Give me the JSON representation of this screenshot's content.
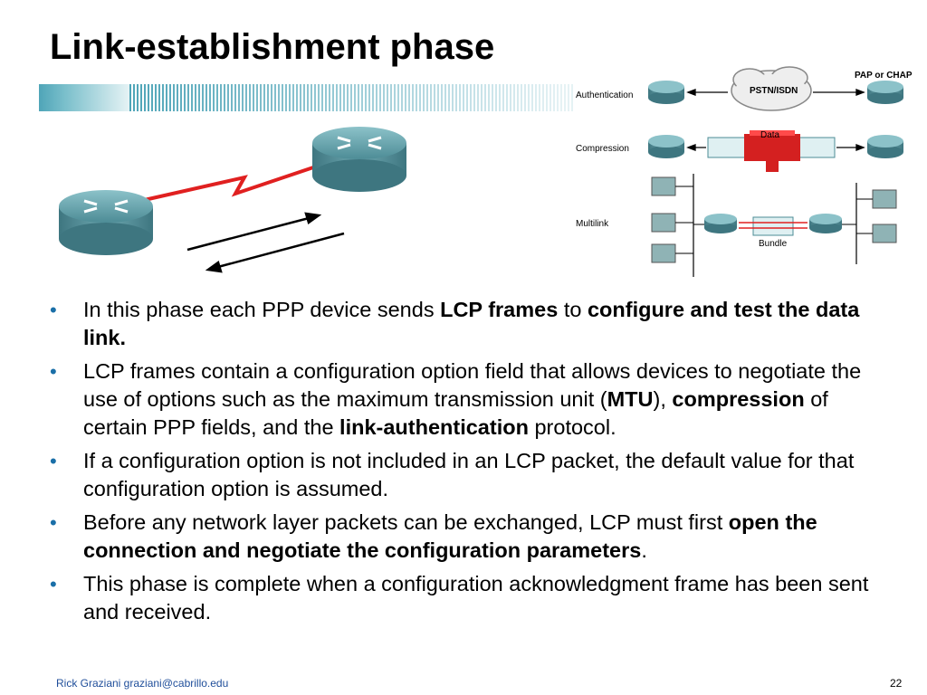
{
  "slide": {
    "title": "Link-establishment phase",
    "footer_author": "Rick Graziani  graziani@cabrillo.edu",
    "page_number": "22"
  },
  "figure": {
    "rows": {
      "authentication": "Authentication",
      "compression": "Compression",
      "multilink": "Multilink"
    },
    "labels": {
      "pap_chap": "PAP or CHAP",
      "pstn_isdn": "PSTN/ISDN",
      "data": "Data",
      "bundle": "Bundle"
    }
  },
  "bullets": [
    {
      "parts": [
        {
          "t": "In this phase each PPP device sends "
        },
        {
          "t": "LCP frames",
          "b": true
        },
        {
          "t": " to "
        },
        {
          "t": "configure and test the data link.",
          "b": true
        }
      ]
    },
    {
      "parts": [
        {
          "t": "LCP frames contain a configuration option field that allows devices to negotiate the use of options such as the maximum transmission unit ("
        },
        {
          "t": "MTU",
          "b": true
        },
        {
          "t": "), "
        },
        {
          "t": "compression",
          "b": true
        },
        {
          "t": " of certain PPP fields, and the "
        },
        {
          "t": "link-authentication",
          "b": true
        },
        {
          "t": " protocol."
        }
      ]
    },
    {
      "parts": [
        {
          "t": "If a configuration option is not included in an LCP packet, the default value for that configuration option is assumed."
        }
      ]
    },
    {
      "parts": [
        {
          "t": "Before any network layer packets can be exchanged, LCP must first "
        },
        {
          "t": "open the connection and negotiate the configuration parameters",
          "b": true
        },
        {
          "t": "."
        }
      ]
    },
    {
      "parts": [
        {
          "t": "This phase is complete when a configuration acknowledgment frame has been sent and received."
        }
      ]
    }
  ],
  "colors": {
    "accent": "#1a6fa8",
    "bar_teal": "#4fa5b8",
    "router_teal": "#5e9aa3",
    "link_red": "#e02020",
    "footer_blue": "#1f4e9a"
  }
}
